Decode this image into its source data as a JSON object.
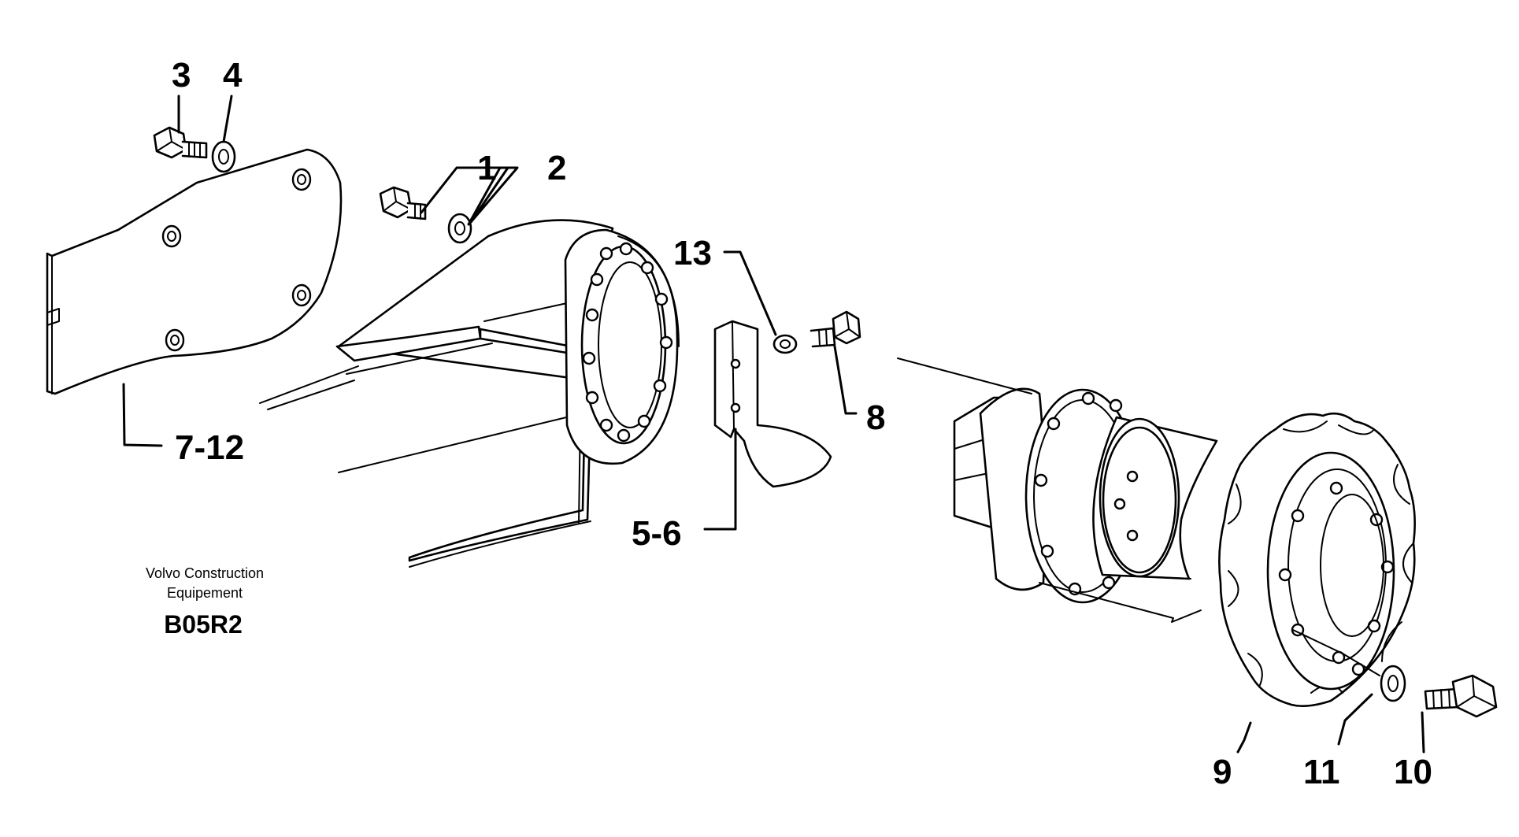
{
  "diagram": {
    "publisher_line1": "Volvo Construction",
    "publisher_line2": "Equipement",
    "figure_code": "B05R2",
    "callouts": {
      "c1": "1",
      "c2": "2",
      "c3": "3",
      "c4": "4",
      "c5_6": "5-6",
      "c7_12": "7-12",
      "c8": "8",
      "c9": "9",
      "c10": "10",
      "c11": "11",
      "c13": "13"
    }
  }
}
